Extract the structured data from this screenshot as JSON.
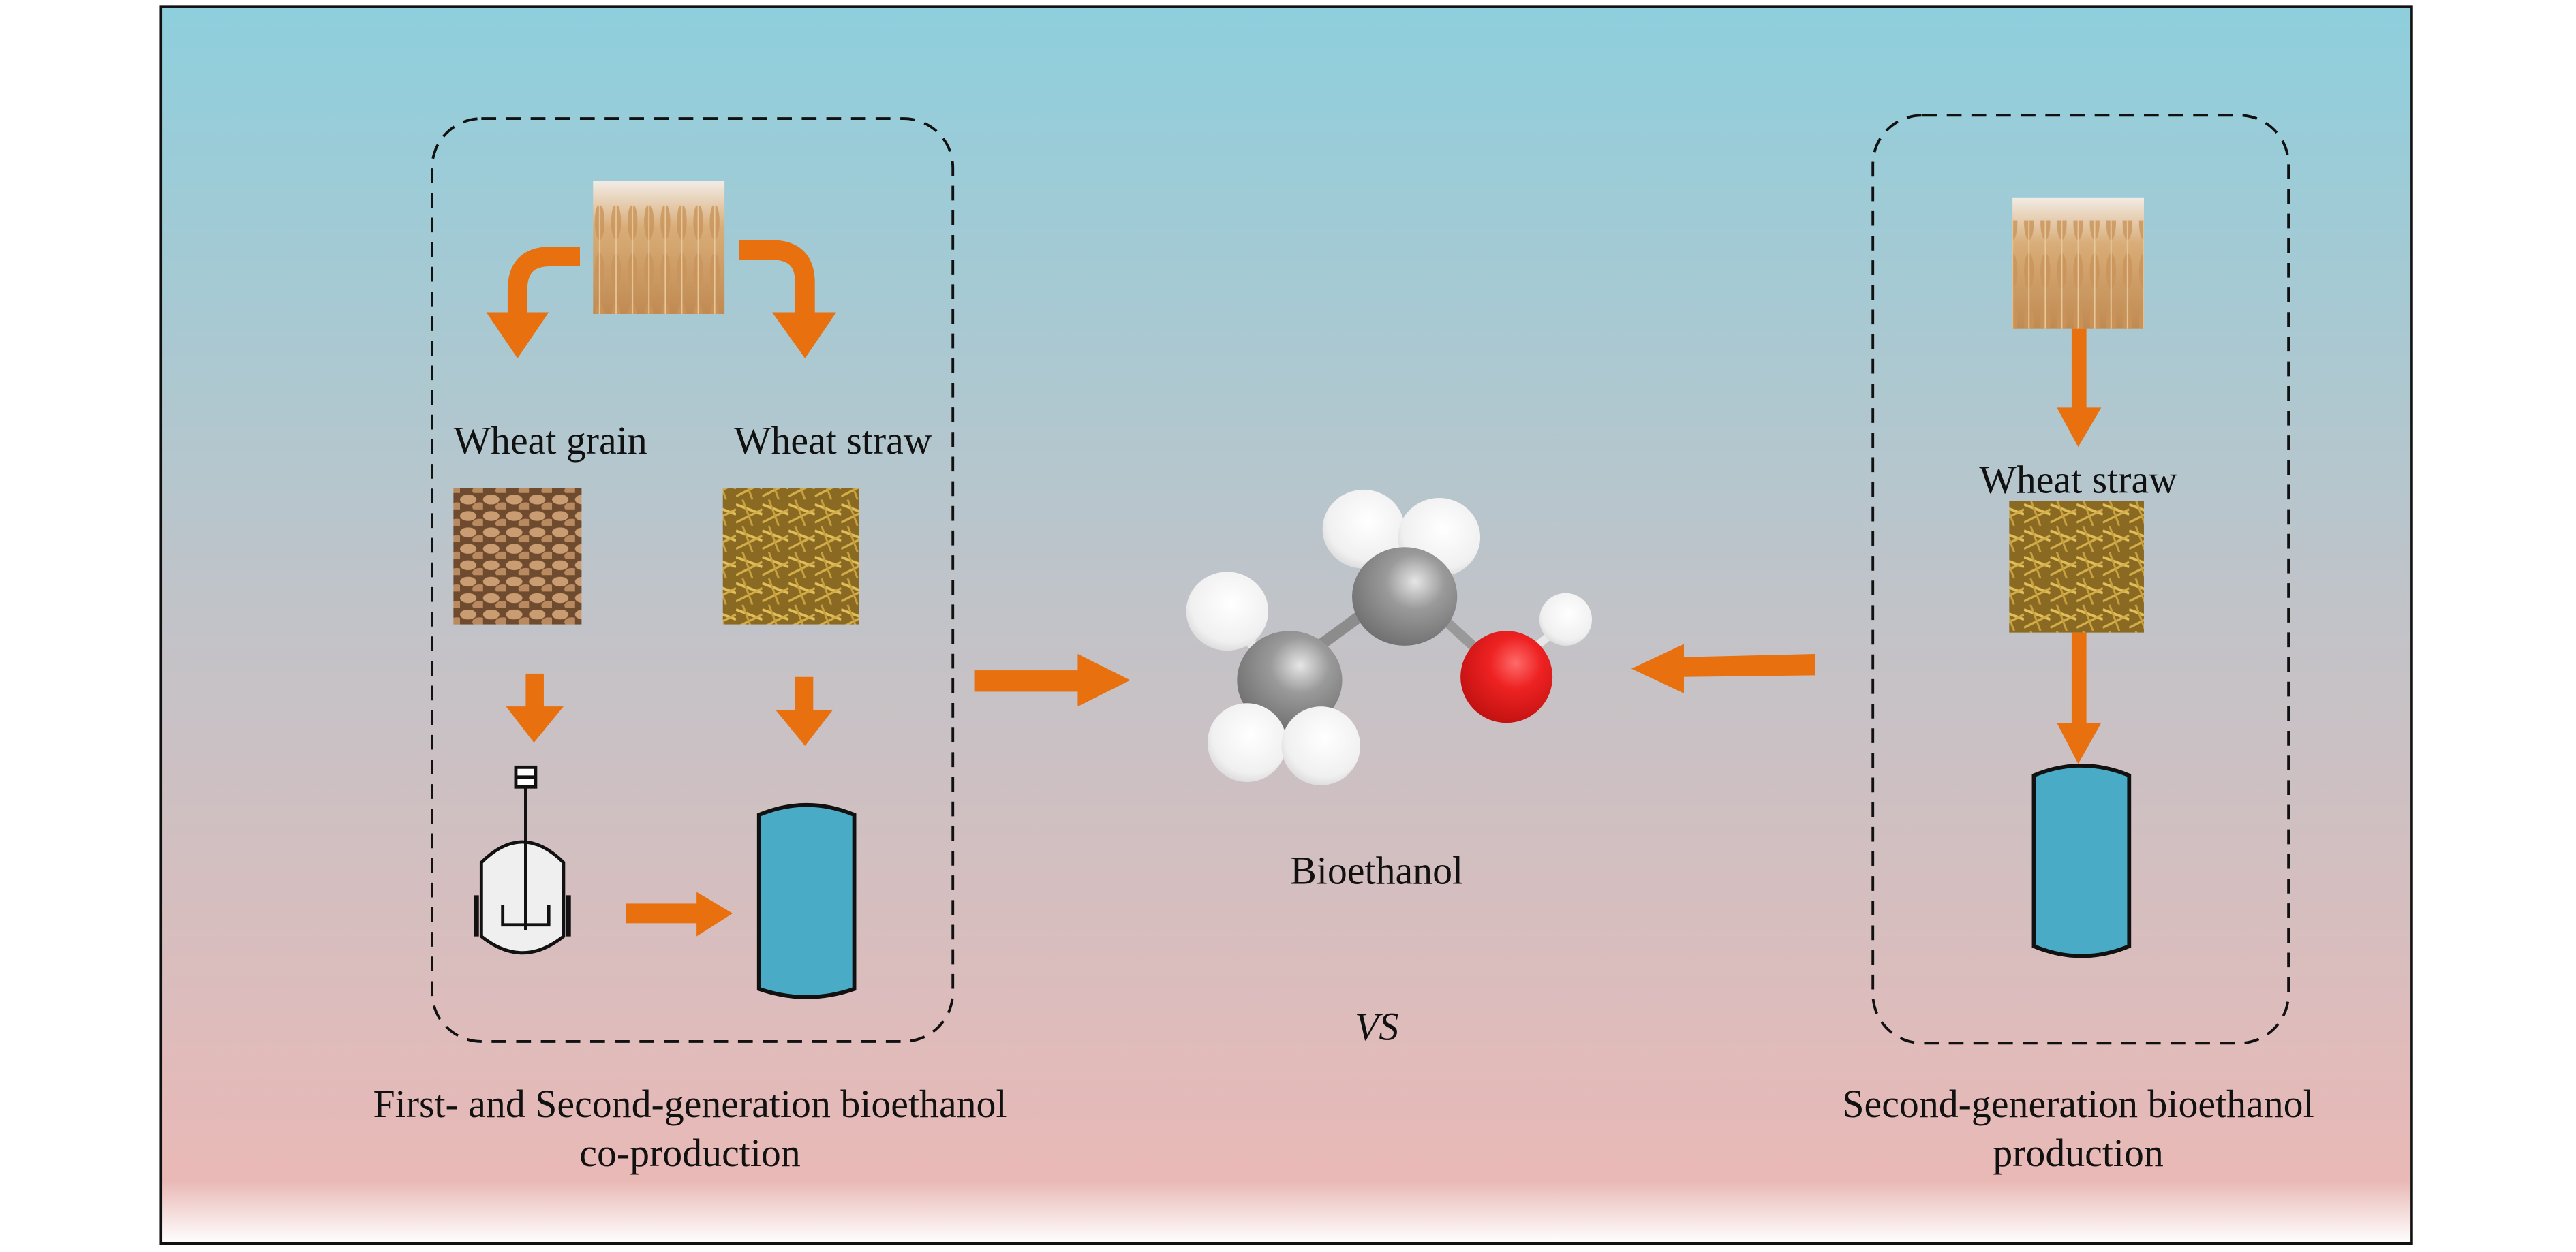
{
  "left_panel": {
    "grain_label": "Wheat grain",
    "straw_label": "Wheat straw",
    "caption_line1": "First- and Second-generation bioethanol",
    "caption_line2": "co-production"
  },
  "center": {
    "product_label": "Bioethanol",
    "comparison_label": "VS"
  },
  "right_panel": {
    "straw_label": "Wheat straw",
    "caption_line1": "Second-generation bioethanol",
    "caption_line2": "production"
  },
  "colors": {
    "arrow": "#e8700f",
    "tank": "#4aabc6",
    "background_top": "#8fcfdc",
    "background_bottom": "#e9b9b6",
    "oxygen": "#e52020",
    "carbon": "#8c8c8c",
    "hydrogen": "#f4f4f4"
  }
}
